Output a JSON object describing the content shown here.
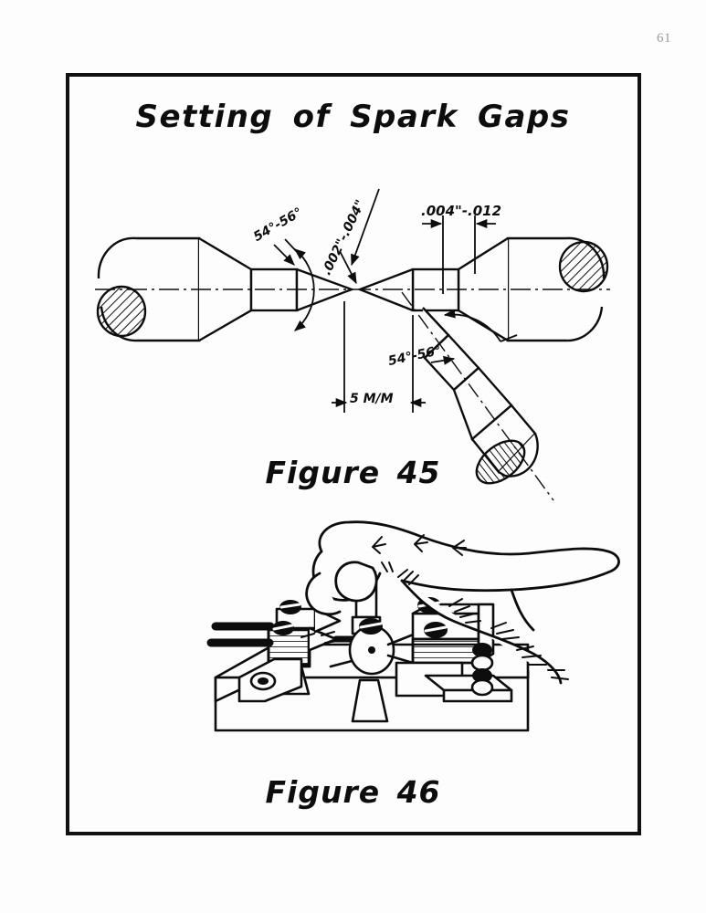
{
  "page": {
    "number": "61",
    "background_color": "#fdfdfd",
    "ink_color": "#0d0d0d"
  },
  "plate": {
    "title": "Setting of Spark Gaps",
    "border_color": "#111111"
  },
  "figure_45": {
    "caption": "Figure 45",
    "description": "Sectional drawing of spark gap electrodes showing setting angles and gap clearances",
    "annotations": [
      {
        "name": "angle-left-electrode",
        "text": "54°-56°",
        "meaning": "included cone angle of left electrode point"
      },
      {
        "name": "angle-lower-electrode",
        "text": "54°-56°",
        "meaning": "included cone angle of lower angled electrode point"
      },
      {
        "name": "tip-flat-dimension",
        "text": ".002\"-.004\"",
        "meaning": "flat width at electrode tip"
      },
      {
        "name": "gap-dimension",
        "text": ".004\"-.012",
        "meaning": "spark gap clearance between electrodes"
      },
      {
        "name": "length-dimension",
        "text": "5 M/M",
        "meaning": "5 millimetre electrode point length"
      }
    ]
  },
  "figure_46": {
    "caption": "Figure 46",
    "description": "Hand adjusting the spark gap electrode holders mounted on a base block"
  }
}
